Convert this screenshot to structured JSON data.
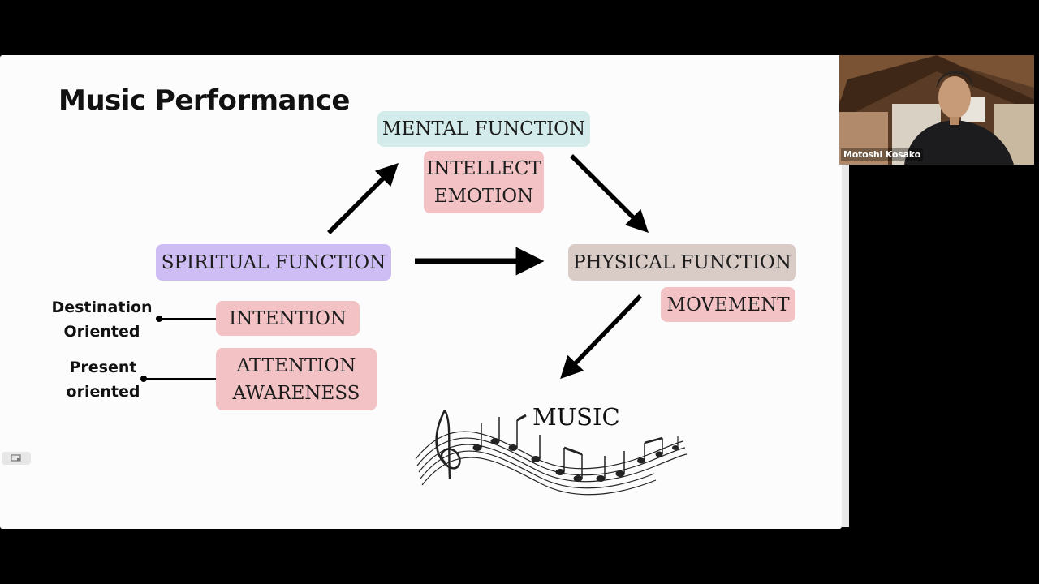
{
  "slide": {
    "title": "Music Performance",
    "boxes": {
      "mental": "MENTAL FUNCTION",
      "intellect": [
        "INTELLECT",
        "EMOTION"
      ],
      "spiritual": "SPIRITUAL FUNCTION",
      "physical": "PHYSICAL FUNCTION",
      "movement": "MOVEMENT",
      "intention": "INTENTION",
      "attention": [
        "ATTENTION",
        "AWARENESS"
      ]
    },
    "side_labels": {
      "destination": [
        "Destination",
        "Oriented"
      ],
      "present": [
        "Present",
        "oriented"
      ]
    },
    "music_label": "MUSIC",
    "colors": {
      "mental": "#d3ebea",
      "pink": "#f3c2c4",
      "spiritual": "#cdbdf4",
      "physical": "#d9cbc6"
    }
  },
  "participant": {
    "name": "Motoshi Kosako"
  },
  "icons": {
    "slide_tool": "screen-icon"
  }
}
